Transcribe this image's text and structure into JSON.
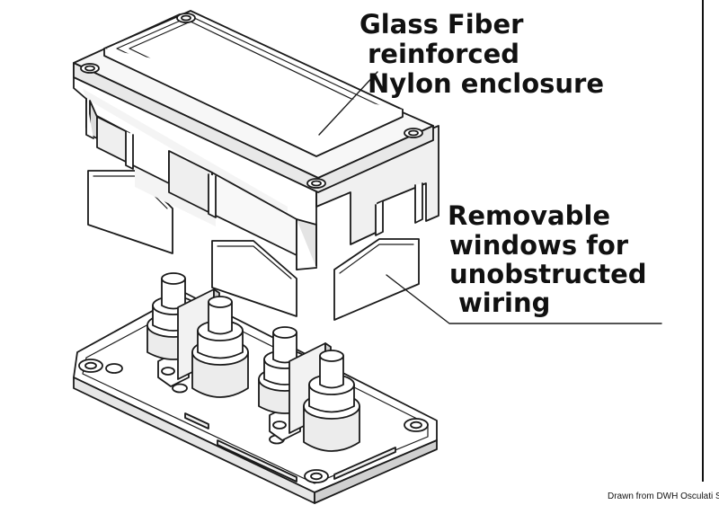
{
  "labels": {
    "enclosure": [
      "Glass Fiber",
      "reinforced",
      "Nylon enclosure"
    ],
    "windows": [
      "Removable",
      "windows for",
      "unobstructed",
      "wiring"
    ]
  },
  "credit": "Drawn from DWH Osculati Srl",
  "colors": {
    "line": "#1a1a1a",
    "fill": "#ffffff",
    "shade": "#d9d9d9"
  }
}
